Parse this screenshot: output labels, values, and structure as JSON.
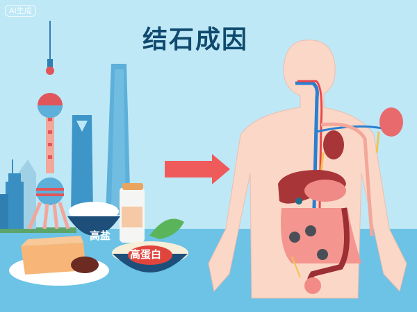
{
  "badge": {
    "text": "AI生成"
  },
  "title": "结石成因",
  "food_labels": {
    "salt": "高盐",
    "protein": "高蛋白"
  },
  "icons": {
    "skyline": "shanghai-skyline",
    "arrow": "right-arrow",
    "body": "human-anatomy-figure",
    "stones": "kidney-stones"
  },
  "colors": {
    "sky": "#bfe8f6",
    "water": "#6cc3e6",
    "title": "#0f4a6e",
    "arrow": "#ef5a5a",
    "skin": "#fbd7c7",
    "bowl": "#1d4f7a",
    "protein_badge": "#e0453d"
  }
}
